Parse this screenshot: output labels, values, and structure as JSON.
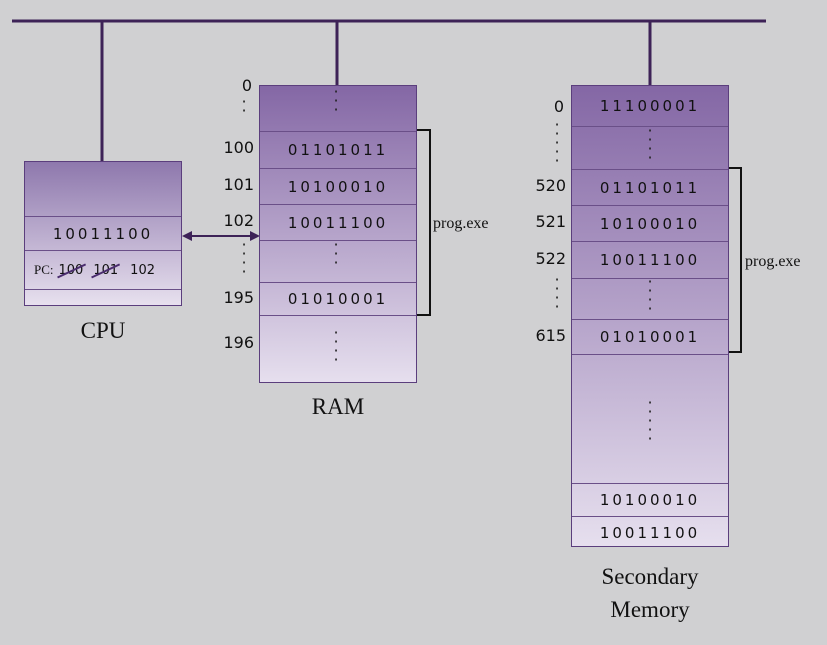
{
  "cpu": {
    "register_value": "10011100",
    "pc_label": "PC:",
    "pc_old_1": "100",
    "pc_old_2": "101",
    "pc_current": "102",
    "caption": "CPU"
  },
  "ram": {
    "caption": "RAM",
    "top_addr": "0",
    "cells": [
      {
        "addr": "100",
        "value": "01101011"
      },
      {
        "addr": "101",
        "value": "10100010"
      },
      {
        "addr": "102",
        "value": "10011100"
      },
      {
        "addr": "195",
        "value": "01010001"
      }
    ],
    "after_addr": "196",
    "bracket_label": "prog.exe"
  },
  "secondary": {
    "caption_line1": "Secondary",
    "caption_line2": "Memory",
    "top_addr": "0",
    "top_value": "11100001",
    "cells": [
      {
        "addr": "520",
        "value": "01101011"
      },
      {
        "addr": "521",
        "value": "10100010"
      },
      {
        "addr": "522",
        "value": "10011100"
      },
      {
        "addr": "615",
        "value": "01010001"
      }
    ],
    "bottom_values": [
      "10100010",
      "10011100"
    ],
    "bracket_label": "prog.exe"
  }
}
